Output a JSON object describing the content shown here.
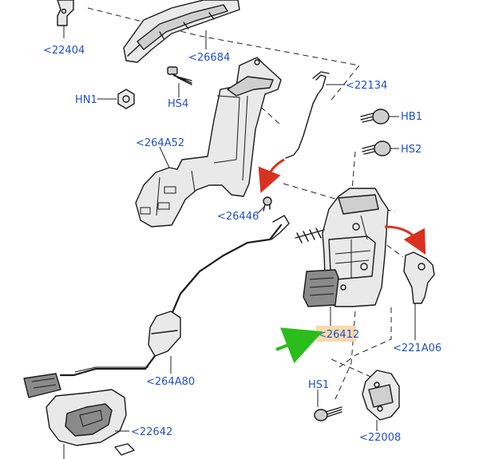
{
  "labels": {
    "l22404": "<22404",
    "l26684": "<26684",
    "hn1": "HN1",
    "hs4": "HS4",
    "l22134": "<22134",
    "hb1": "HB1",
    "hs2": "HS2",
    "l264a52": "<264A52",
    "l26446": "<26446",
    "l26412": "<26412",
    "l221a06": "<221A06",
    "l264a80": "<264A80",
    "hs1": "HS1",
    "l22008": "<22008",
    "l22642": "<22642"
  },
  "colors": {
    "label": "#1f4fd1",
    "highlight": "#f7d6a3",
    "red_arrow": "#d9311f",
    "green_arrow": "#2bbd1c"
  }
}
